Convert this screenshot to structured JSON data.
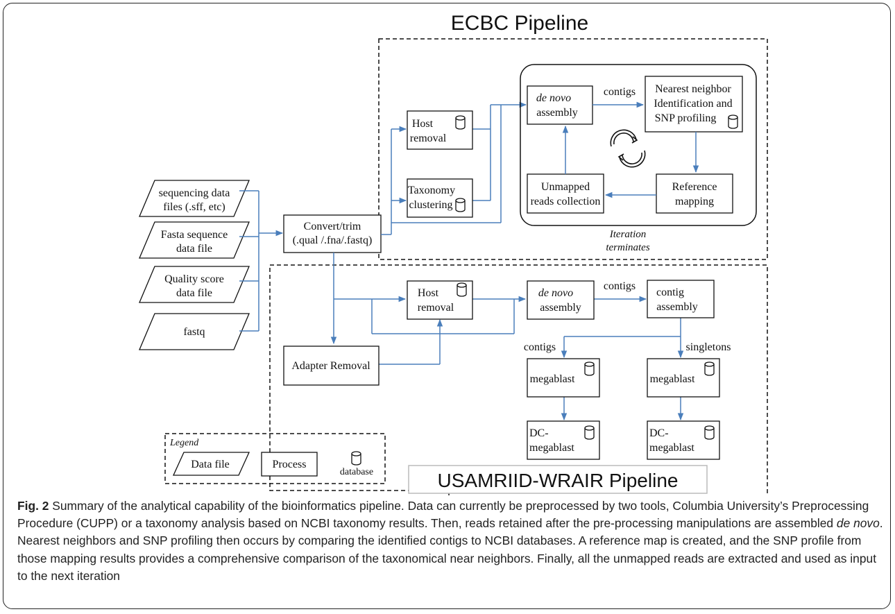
{
  "diagram": {
    "ecbc_title": "ECBC Pipeline",
    "usamriid_title": "USAMRIID-WRAIR Pipeline",
    "inputs": {
      "seq": [
        "sequencing data",
        "files (.sff, etc)"
      ],
      "fasta": [
        "Fasta sequence",
        "data file"
      ],
      "quality": [
        "Quality score",
        "data file"
      ],
      "fastq": "fastq"
    },
    "convert": [
      "Convert/trim",
      "(.qual /.fna/.fastq)"
    ],
    "ecbc": {
      "host_removal": [
        "Host",
        "removal"
      ],
      "taxonomy": [
        "Taxonomy",
        "clustering"
      ],
      "denovo": [
        "de novo",
        "assembly"
      ],
      "contigs": "contigs",
      "nearest": [
        "Nearest neighbor",
        "Identification and",
        "SNP profiling"
      ],
      "reference": [
        "Reference",
        "mapping"
      ],
      "unmapped": [
        "Unmapped",
        "reads collection"
      ],
      "iteration": [
        "Iteration",
        "terminates"
      ]
    },
    "usamriid": {
      "host_removal": [
        "Host",
        "removal"
      ],
      "adapter": "Adapter Removal",
      "denovo": [
        "de novo",
        "assembly"
      ],
      "contigs_top": "contigs",
      "contig_assembly": [
        "contig",
        "assembly"
      ],
      "contigs_left": "contigs",
      "singletons": "singletons",
      "megablast": "megablast",
      "dc_megablast": [
        "DC-",
        "megablast"
      ]
    },
    "legend": {
      "title": "Legend",
      "data_file": "Data file",
      "process": "Process",
      "database": "database"
    },
    "colors": {
      "arrow": "#4a7ebb",
      "line": "#111111"
    }
  },
  "caption": {
    "label": "Fig. 2",
    "text_1": " Summary of the analytical capability of the bioinformatics pipeline. Data can currently be preprocessed by two tools, Columbia University’s Preprocessing Procedure (CUPP) or a taxonomy analysis based on NCBI taxonomy results. Then, reads retained after the pre-processing manipulations are assembled ",
    "denovo": "de novo",
    "text_2": ". Nearest neighbors and SNP profiling then occurs by comparing the identified contigs to NCBI databases. A reference map is created, and the SNP profile from those mapping results provides a comprehensive comparison of the taxonomical near neighbors. Finally, all the unmapped reads are extracted and used as input to the next iteration"
  }
}
